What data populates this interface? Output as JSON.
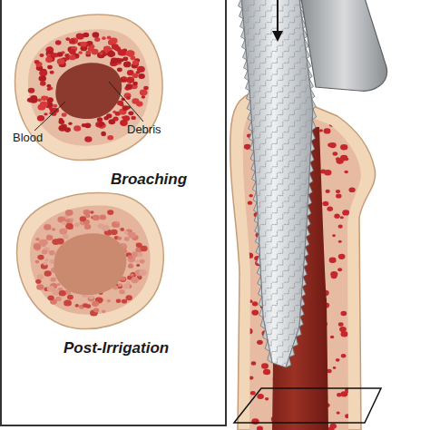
{
  "diagram": {
    "labels": [
      "Blood",
      "Debris",
      "Broaching",
      "Post-Irrigation"
    ]
  }
}
